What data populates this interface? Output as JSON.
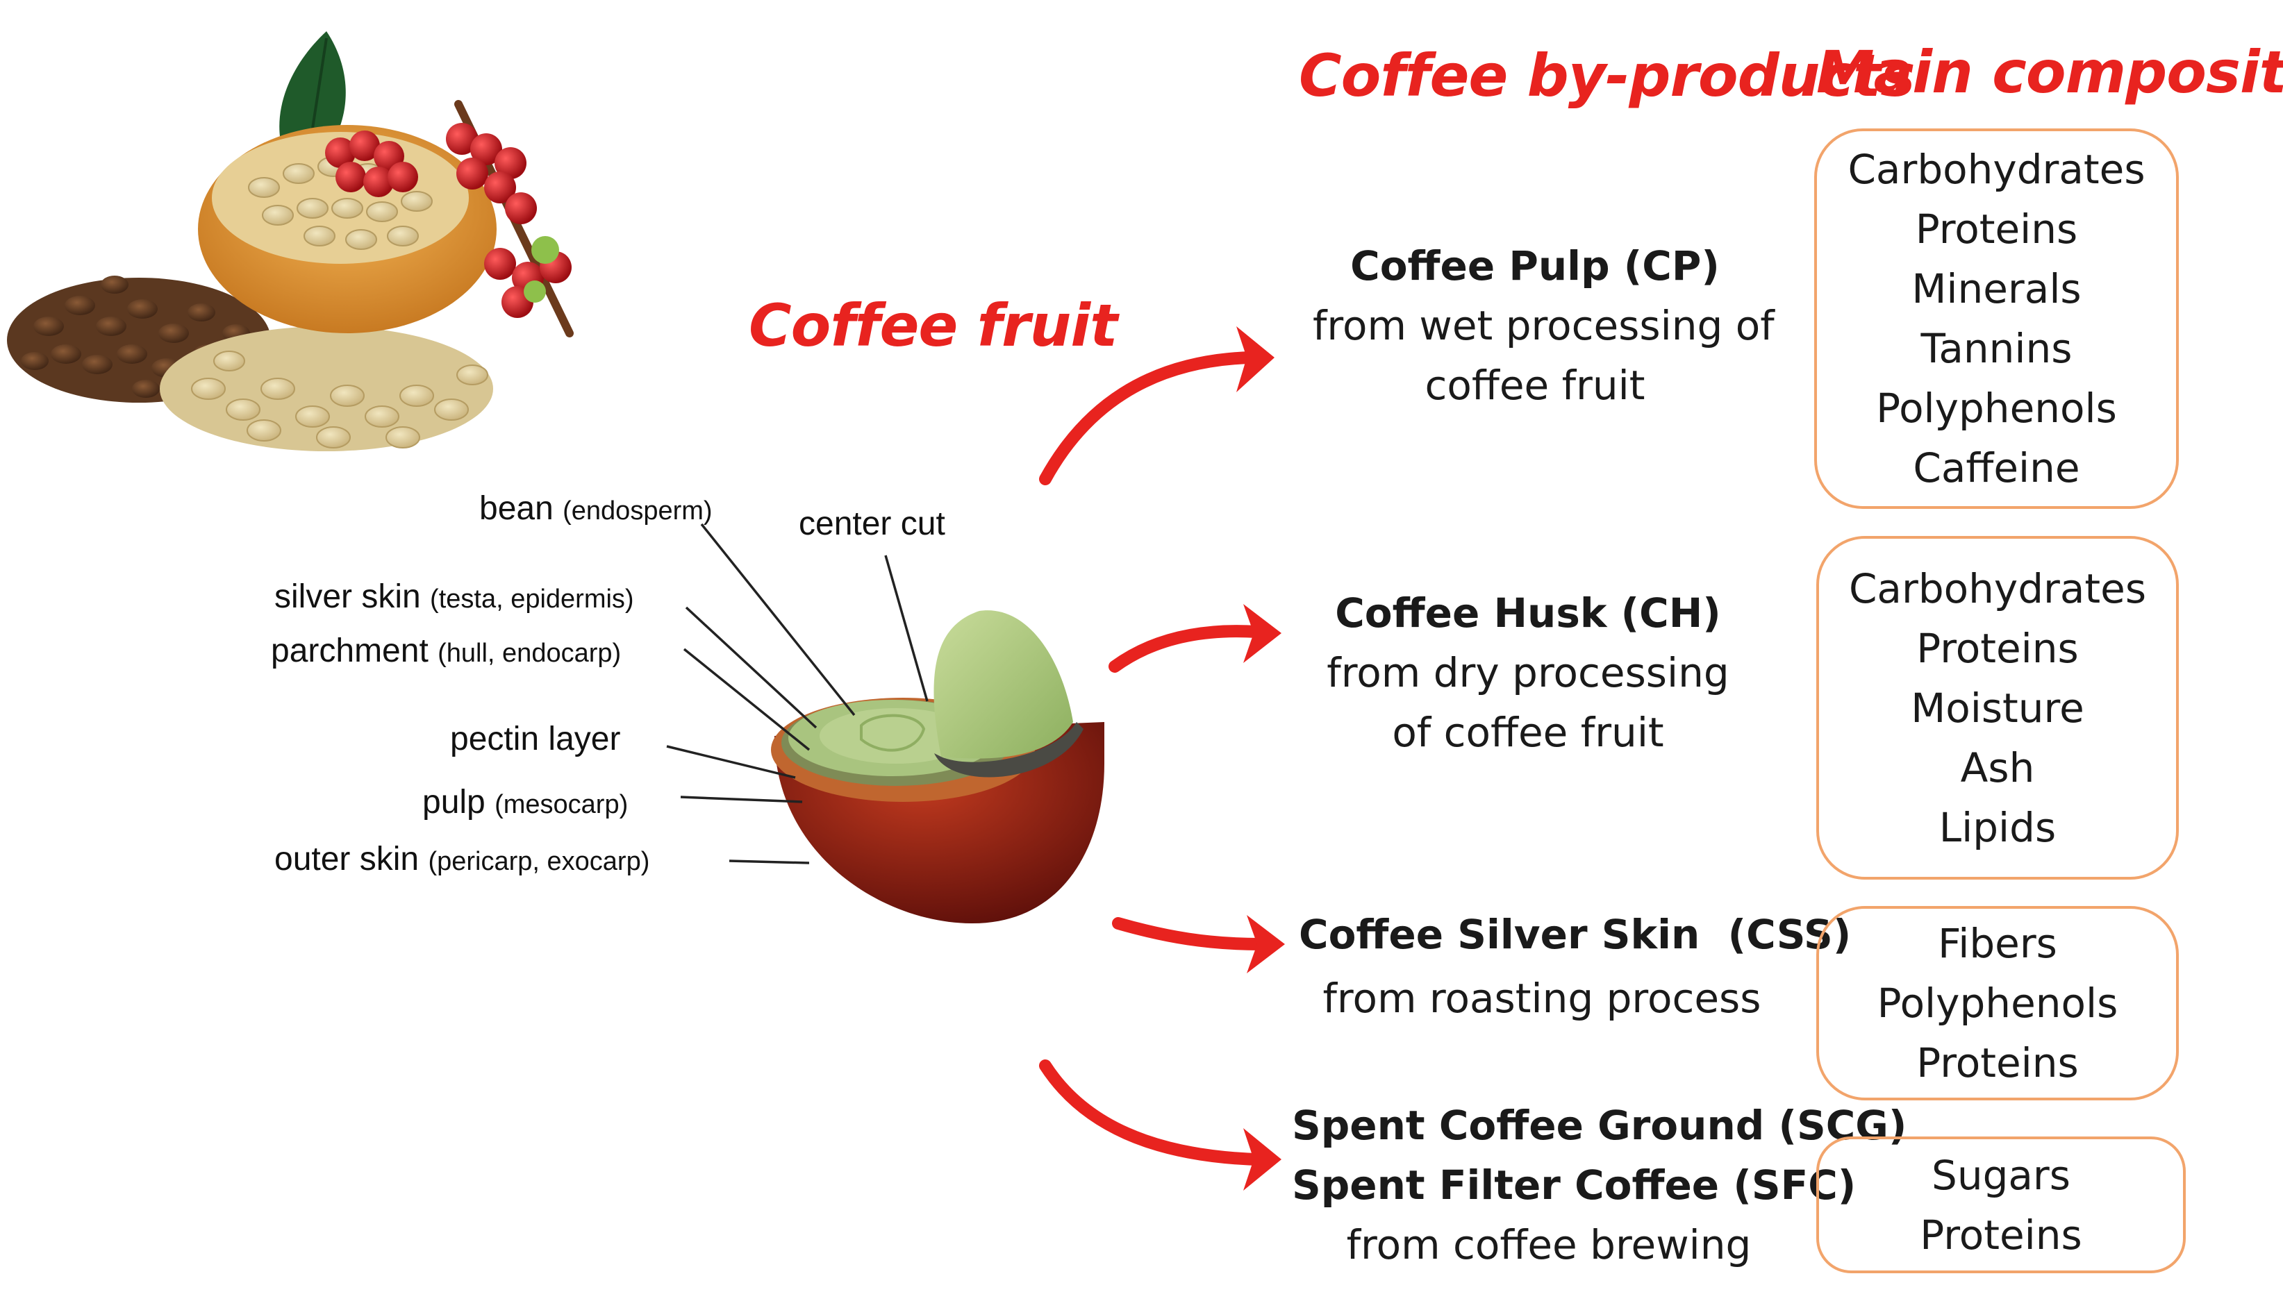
{
  "headings": {
    "byproducts": "Coffee by-products",
    "composition": "Main composition",
    "fruit": "Coffee fruit"
  },
  "fruit_labels": [
    {
      "main": "bean",
      "sub": "(endosperm)"
    },
    {
      "main": "center cut",
      "sub": ""
    },
    {
      "main": "silver skin",
      "sub": "(testa, epidermis)"
    },
    {
      "main": "parchment",
      "sub": "(hull, endocarp)"
    },
    {
      "main": "pectin layer",
      "sub": ""
    },
    {
      "main": "pulp",
      "sub": "(mesocarp)"
    },
    {
      "main": "outer skin",
      "sub": "(pericarp, exocarp)"
    }
  ],
  "byproducts": [
    {
      "name": "Coffee Pulp (CP)",
      "desc": [
        "from wet processing of",
        "coffee fruit"
      ],
      "composition": [
        "Carbohydrates",
        "Proteins",
        "Minerals",
        "Tannins",
        "Polyphenols",
        "Caffeine"
      ]
    },
    {
      "name": "Coffee Husk (CH)",
      "desc": [
        "from dry processing",
        "of coffee fruit"
      ],
      "composition": [
        "Carbohydrates",
        "Proteins",
        "Moisture",
        "Ash",
        "Lipids"
      ]
    },
    {
      "name": "Coffee Silver Skin  (CSS)",
      "desc": [
        "from roasting process"
      ],
      "composition": [
        "Fibers",
        "Polyphenols",
        "Proteins"
      ]
    },
    {
      "name": "Spent Coffee Ground (SCG)",
      "name2": "Spent Filter Coffee (SFC)",
      "desc": [
        "from coffee brewing"
      ],
      "composition": [
        "Sugars",
        "Proteins"
      ]
    }
  ],
  "colors": {
    "accent_red": "#e8231f",
    "box_border": "#f2a46b",
    "bean_green": "#a9c47f",
    "fruit_red": "#8c1a12"
  },
  "icons": {
    "coffee_bowl": "coffee-beans-bowl-illustration",
    "coffee_fruit": "coffee-cherry-cross-section-illustration"
  }
}
